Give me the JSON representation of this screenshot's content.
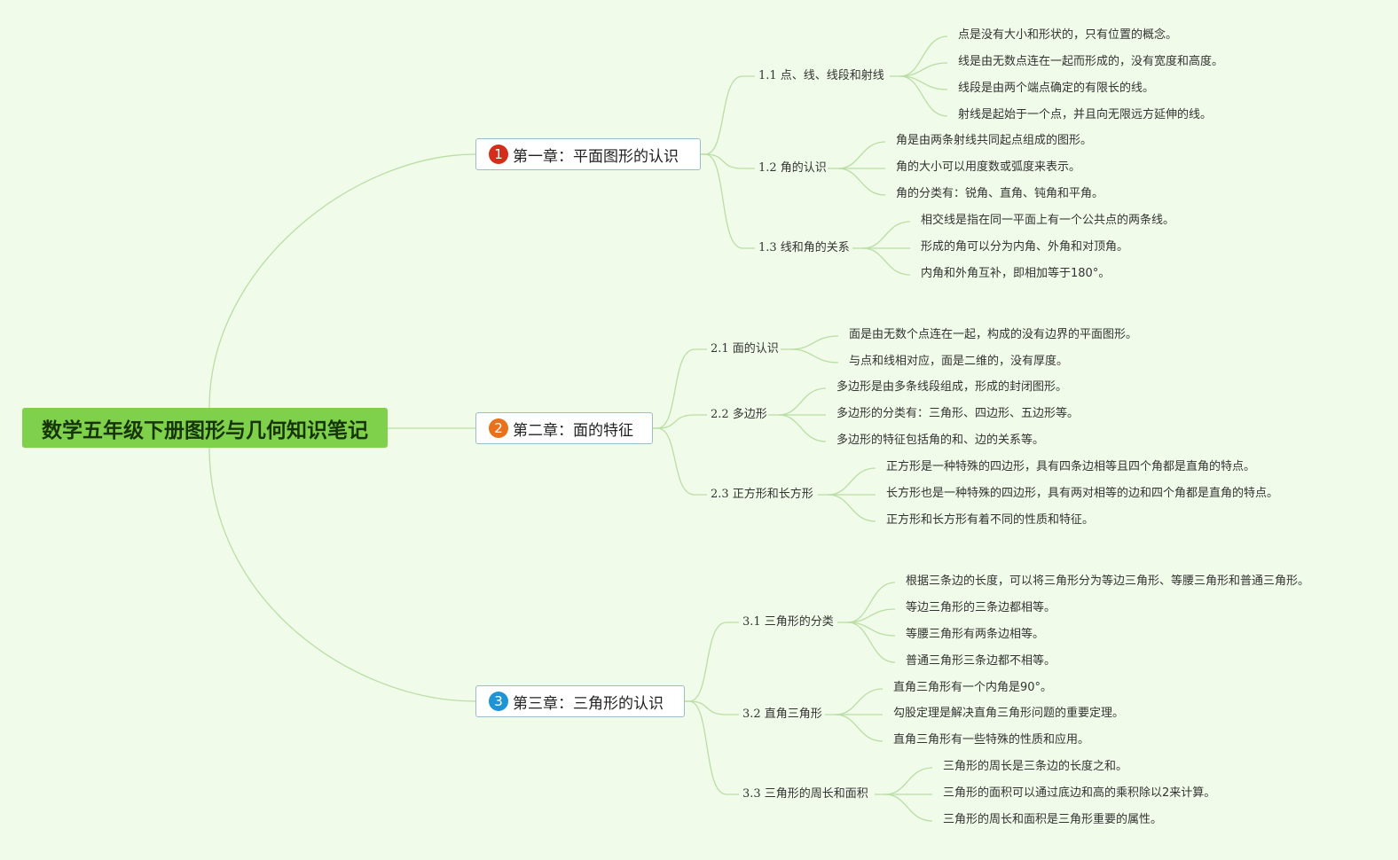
{
  "root": {
    "title": "数学五年级下册图形与几何知识笔记"
  },
  "chapters": [
    {
      "number": "1",
      "badge_color": "#d42e1b",
      "title": "第一章：平面图形的认识",
      "sections": [
        {
          "title": "1.1 点、线、线段和射线",
          "leaves": [
            "点是没有大小和形状的，只有位置的概念。",
            "线是由无数点连在一起而形成的，没有宽度和高度。",
            "线段是由两个端点确定的有限长的线。",
            "射线是起始于一个点，并且向无限远方延伸的线。"
          ]
        },
        {
          "title": "1.2 角的认识",
          "leaves": [
            "角是由两条射线共同起点组成的图形。",
            "角的大小可以用度数或弧度来表示。",
            "角的分类有：锐角、直角、钝角和平角。"
          ]
        },
        {
          "title": "1.3 线和角的关系",
          "leaves": [
            "相交线是指在同一平面上有一个公共点的两条线。",
            "形成的角可以分为内角、外角和对顶角。",
            "内角和外角互补，即相加等于180°。"
          ]
        }
      ]
    },
    {
      "number": "2",
      "badge_color": "#e8721c",
      "title": "第二章：面的特征",
      "sections": [
        {
          "title": "2.1 面的认识",
          "leaves": [
            "面是由无数个点连在一起，构成的没有边界的平面图形。",
            "与点和线相对应，面是二维的，没有厚度。"
          ]
        },
        {
          "title": "2.2 多边形",
          "leaves": [
            "多边形是由多条线段组成，形成的封闭图形。",
            "多边形的分类有：三角形、四边形、五边形等。",
            "多边形的特征包括角的和、边的关系等。"
          ]
        },
        {
          "title": "2.3 正方形和长方形",
          "leaves": [
            "正方形是一种特殊的四边形，具有四条边相等且四个角都是直角的特点。",
            "长方形也是一种特殊的四边形，具有两对相等的边和四个角都是直角的特点。",
            "正方形和长方形有着不同的性质和特征。"
          ]
        }
      ]
    },
    {
      "number": "3",
      "badge_color": "#1e93d6",
      "title": "第三章：三角形的认识",
      "sections": [
        {
          "title": "3.1 三角形的分类",
          "leaves": [
            "根据三条边的长度，可以将三角形分为等边三角形、等腰三角形和普通三角形。",
            "等边三角形的三条边都相等。",
            "等腰三角形有两条边相等。",
            "普通三角形三条边都不相等。"
          ]
        },
        {
          "title": "3.2 直角三角形",
          "leaves": [
            "直角三角形有一个内角是90°。",
            "勾股定理是解决直角三角形问题的重要定理。",
            "直角三角形有一些特殊的性质和应用。"
          ]
        },
        {
          "title": "3.3 三角形的周长和面积",
          "leaves": [
            "三角形的周长是三条边的长度之和。",
            "三角形的面积可以通过底边和高的乘积除以2来计算。",
            "三角形的周长和面积是三角形重要的属性。"
          ]
        }
      ]
    }
  ],
  "colors": {
    "connector": "#b9dea5",
    "root_fill": "#7fd04b",
    "background": "#f1fbe9"
  }
}
